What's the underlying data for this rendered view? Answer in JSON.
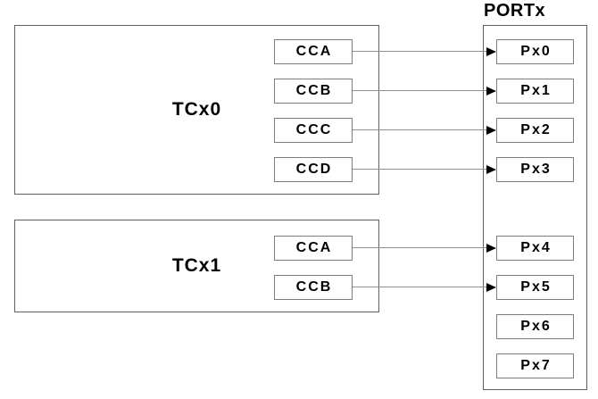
{
  "diagram": {
    "port": {
      "title": "PORTx",
      "pins": [
        "Px0",
        "Px1",
        "Px2",
        "Px3",
        "Px4",
        "Px5",
        "Px6",
        "Px7"
      ]
    },
    "timers": [
      {
        "label": "TCx0",
        "channels": [
          "CCA",
          "CCB",
          "CCC",
          "CCD"
        ]
      },
      {
        "label": "TCx1",
        "channels": [
          "CCA",
          "CCB"
        ]
      }
    ],
    "connections": [
      {
        "from": "TCx0.CCA",
        "to": "Px0"
      },
      {
        "from": "TCx0.CCB",
        "to": "Px1"
      },
      {
        "from": "TCx0.CCC",
        "to": "Px2"
      },
      {
        "from": "TCx0.CCD",
        "to": "Px3"
      },
      {
        "from": "TCx1.CCA",
        "to": "Px4"
      },
      {
        "from": "TCx1.CCB",
        "to": "Px5"
      }
    ],
    "colors": {
      "background": "#ffffff",
      "big_box_border": "#606060",
      "small_box_border": "#7d7d7d",
      "connector_line": "#909090",
      "arrowhead": "#000000",
      "text": "#000000"
    }
  }
}
